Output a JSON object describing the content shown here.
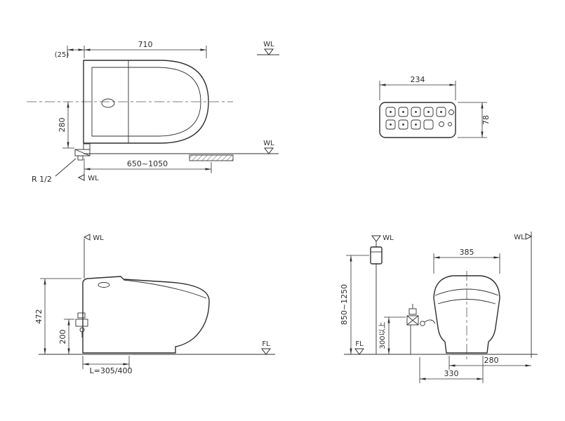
{
  "page": {
    "background": "#ffffff",
    "ink": "#2f2f2f"
  },
  "labels": {
    "wl": "WL",
    "fl": "FL"
  },
  "plan": {
    "dim_offset": "(25)",
    "dim_length": "710",
    "dim_center_to_supply": "280",
    "dim_drain_range": "650~1050",
    "supply_note": "R 1/2"
  },
  "remote": {
    "dim_width": "234",
    "dim_height": "78"
  },
  "side": {
    "dim_height": "472",
    "dim_supply_height": "200",
    "dim_rough_in": "L=305/400"
  },
  "rear": {
    "dim_width": "385",
    "dim_remote_range": "850~1250",
    "dim_min_height": "300以上",
    "dim_right": "280",
    "dim_bottom": "330"
  }
}
